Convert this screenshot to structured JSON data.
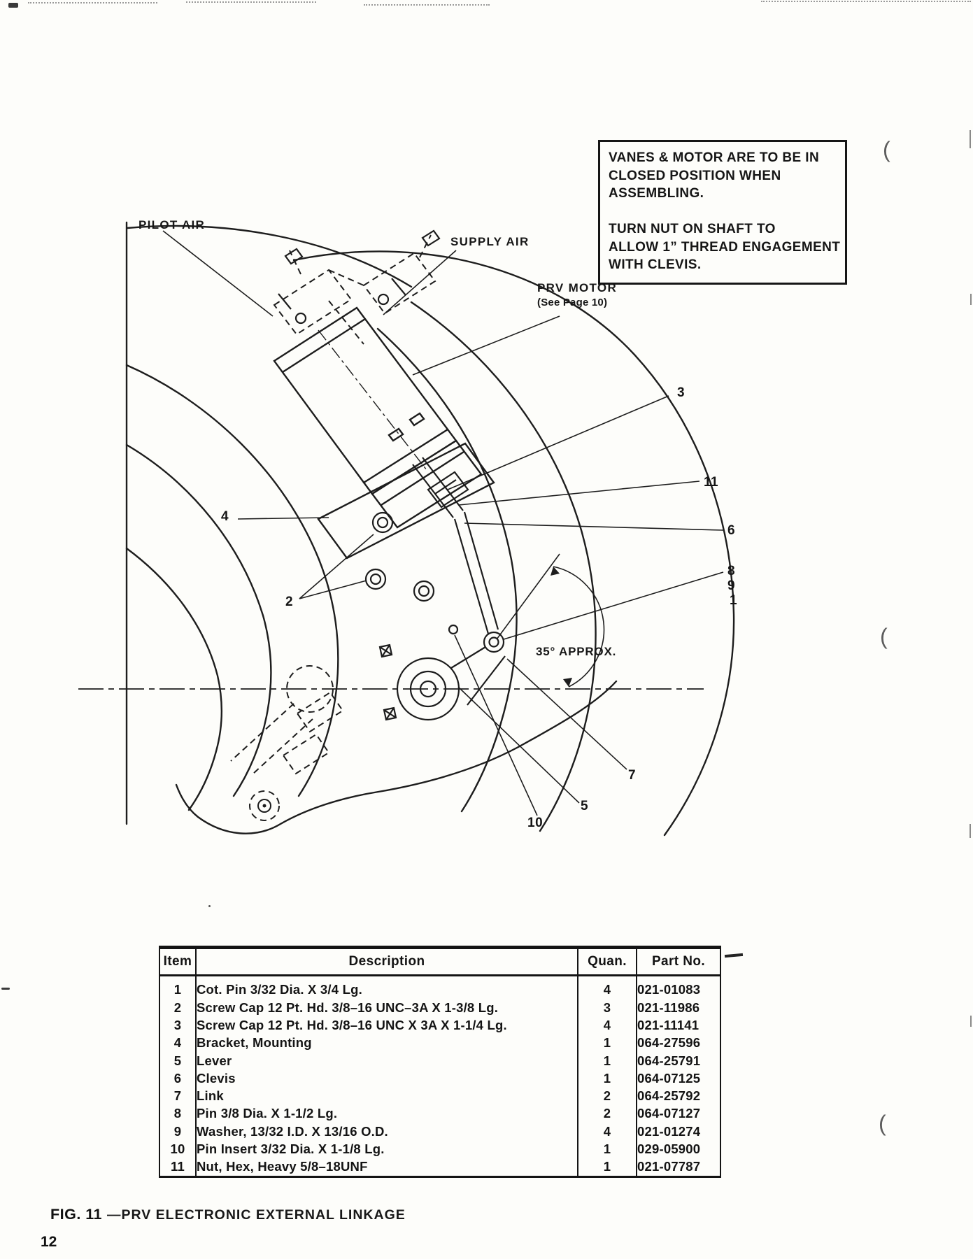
{
  "note": {
    "lines": [
      "VANES & MOTOR ARE TO BE IN",
      "CLOSED POSITION WHEN",
      "ASSEMBLING.",
      "",
      "TURN NUT ON SHAFT TO",
      "ALLOW 1” THREAD ENGAGEMENT",
      "WITH CLEVIS."
    ]
  },
  "diagram": {
    "labels": {
      "pilot_air": "PILOT AIR",
      "supply_air": "SUPPLY AIR",
      "prv_motor": "PRV MOTOR",
      "prv_motor_sub": "(See Page 10)",
      "angle": "35° APPROX."
    },
    "callouts": [
      {
        "label": "3"
      },
      {
        "label": "11"
      },
      {
        "label": "6"
      },
      {
        "label": "8"
      },
      {
        "label": "9"
      },
      {
        "label": "1"
      },
      {
        "label": "4"
      },
      {
        "label": "2"
      },
      {
        "label": "7"
      },
      {
        "label": "5"
      },
      {
        "label": "10"
      }
    ]
  },
  "parts_table": {
    "headers": {
      "item": "Item",
      "description": "Description",
      "quantity": "Quan.",
      "part_no": "Part No."
    },
    "rows": [
      {
        "item": "1",
        "description": "Cot. Pin 3/32 Dia. X 3/4 Lg.",
        "quantity": "4",
        "part_no": "021-01083"
      },
      {
        "item": "2",
        "description": "Screw Cap 12 Pt. Hd. 3/8–16 UNC–3A X 1-3/8 Lg.",
        "quantity": "3",
        "part_no": "021-11986"
      },
      {
        "item": "3",
        "description": "Screw Cap 12 Pt. Hd. 3/8–16 UNC X 3A X 1-1/4 Lg.",
        "quantity": "4",
        "part_no": "021-11141"
      },
      {
        "item": "4",
        "description": "Bracket, Mounting",
        "quantity": "1",
        "part_no": "064-27596"
      },
      {
        "item": "5",
        "description": "Lever",
        "quantity": "1",
        "part_no": "064-25791"
      },
      {
        "item": "6",
        "description": "Clevis",
        "quantity": "1",
        "part_no": "064-07125"
      },
      {
        "item": "7",
        "description": "Link",
        "quantity": "2",
        "part_no": "064-25792"
      },
      {
        "item": "8",
        "description": "Pin 3/8 Dia. X 1-1/2 Lg.",
        "quantity": "2",
        "part_no": "064-07127"
      },
      {
        "item": "9",
        "description": "Washer, 13/32 I.D. X 13/16 O.D.",
        "quantity": "4",
        "part_no": "021-01274"
      },
      {
        "item": "10",
        "description": "Pin Insert 3/32 Dia. X 1-1/8 Lg.",
        "quantity": "1",
        "part_no": "029-05900"
      },
      {
        "item": "11",
        "description": "Nut, Hex, Heavy 5/8–18UNF",
        "quantity": "1",
        "part_no": "021-07787"
      }
    ]
  },
  "caption": {
    "fig_label": "FIG. 11",
    "title": "—PRV ELECTRONIC EXTERNAL LINKAGE"
  },
  "page_number": "12",
  "artifacts": {
    "paren_mark": "("
  },
  "colors": {
    "ink": "#1a1a1a",
    "paper": "#fdfdfa"
  }
}
